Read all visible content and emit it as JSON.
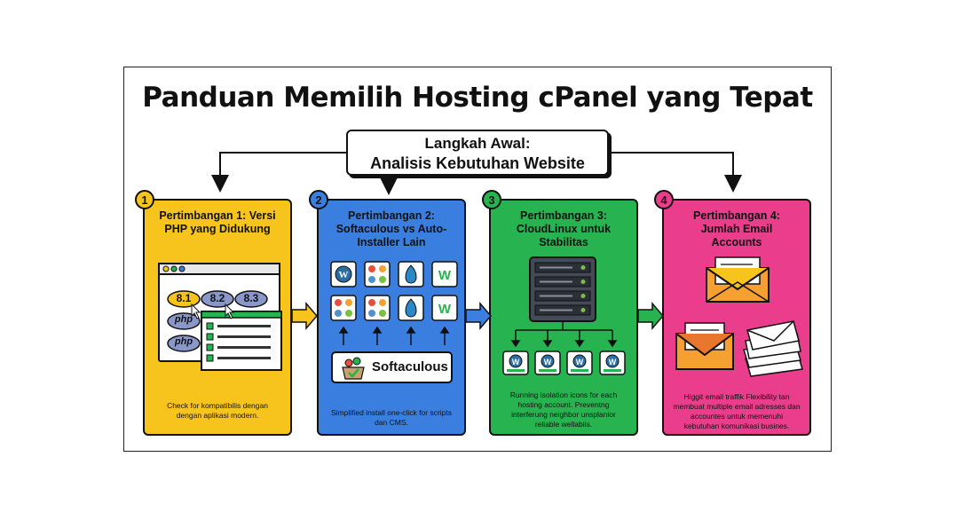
{
  "title": "Panduan Memilih Hosting cPanel yang Tepat",
  "start": {
    "line1": "Langkah Awal:",
    "line2": "Analisis Kebutuhan Website"
  },
  "cards": [
    {
      "number": "1",
      "title": "Pertimbangan 1: Versi PHP yang Didukung",
      "versions": [
        "8.1",
        "8.2",
        "8.3"
      ],
      "php_labels": [
        "php",
        "php"
      ],
      "desc": "Check for kompatibilis dengan dengan aplikasi modern."
    },
    {
      "number": "2",
      "title": "Pertimbangan 2: Softaculous vs Auto-Installer Lain",
      "installer_label": "Softaculous",
      "desc": "Simplified install one-click for scripts dan CMS."
    },
    {
      "number": "3",
      "title": "Pertimbangan 3: CloudLinux untuk Stabilitas",
      "desc": "Running isolation icons for each hosting account. Preventng interferung neighbor unsplanior reliable wellabils."
    },
    {
      "number": "4",
      "title": "Pertimbangan 4: Jumlah Email Accounts",
      "desc": "Higgit email traffik Flexibility tan membuat multiple email adresses dan accountes untuk memenuhi kebutuhan komunikasi busines."
    }
  ],
  "colors": {
    "yellow": "#f7c41d",
    "blue": "#3a7fe0",
    "green": "#27b34f",
    "pink": "#ea3d8c",
    "outline": "#111111"
  },
  "icons": [
    "wordpress-icon",
    "joomla-icon",
    "drupal-icon",
    "wix-icon",
    "server-rack-icon",
    "email-envelope-icon",
    "stacked-mail-icon",
    "cursor-icon",
    "checklist-icon"
  ]
}
